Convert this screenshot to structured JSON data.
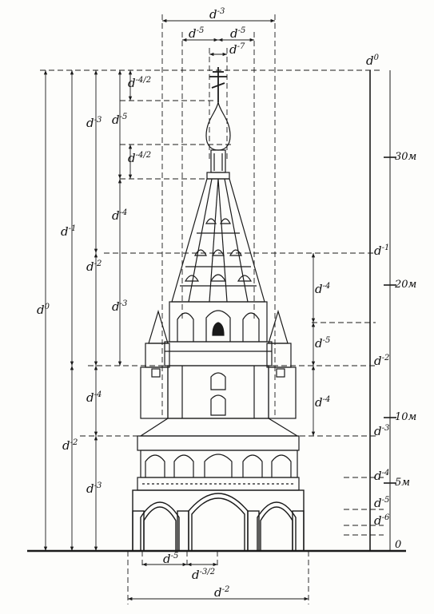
{
  "dims": {
    "d0_top": {
      "base": "d",
      "exp": "0"
    },
    "d3_top": {
      "base": "d",
      "exp": "-3"
    },
    "d5_top_left": {
      "base": "d",
      "exp": "-5"
    },
    "d5_top_right": {
      "base": "d",
      "exp": "-5"
    },
    "d7_top": {
      "base": "d",
      "exp": "-7"
    },
    "d4half_a": {
      "base": "d",
      "exp": "-4/2"
    },
    "d3_left_upper": {
      "base": "d",
      "exp": "-3"
    },
    "d5_left_upper": {
      "base": "d",
      "exp": "-5"
    },
    "d4half_b": {
      "base": "d",
      "exp": "-4/2"
    },
    "d4_left_mid": {
      "base": "d",
      "exp": "-4"
    },
    "d1_left": {
      "base": "d",
      "exp": "-1"
    },
    "d2_left_upper": {
      "base": "d",
      "exp": "-2"
    },
    "d3_left_mid": {
      "base": "d",
      "exp": "-3"
    },
    "d0_left": {
      "base": "d",
      "exp": "0"
    },
    "d4_left_lower": {
      "base": "d",
      "exp": "-4"
    },
    "d2_left_lower": {
      "base": "d",
      "exp": "-2"
    },
    "d3_left_lower": {
      "base": "d",
      "exp": "-3"
    },
    "d4_right_upper": {
      "base": "d",
      "exp": "-4"
    },
    "d5_right": {
      "base": "d",
      "exp": "-5"
    },
    "d4_right_lower": {
      "base": "d",
      "exp": "-4"
    },
    "r_d1": {
      "base": "d",
      "exp": "-1"
    },
    "r_d2": {
      "base": "d",
      "exp": "-2"
    },
    "r_d3": {
      "base": "d",
      "exp": "-3"
    },
    "r_d4": {
      "base": "d",
      "exp": "-4"
    },
    "r_d5": {
      "base": "d",
      "exp": "-5"
    },
    "r_d6": {
      "base": "d",
      "exp": "-6"
    },
    "b_d5": {
      "base": "d",
      "exp": "-5"
    },
    "b_d3half": {
      "base": "d",
      "exp": "-3/2"
    },
    "b_d2": {
      "base": "d",
      "exp": "-2"
    }
  },
  "scale": {
    "m30": "30м",
    "m20": "20м",
    "m10": "10м",
    "m5": "5м",
    "m0": "0"
  }
}
